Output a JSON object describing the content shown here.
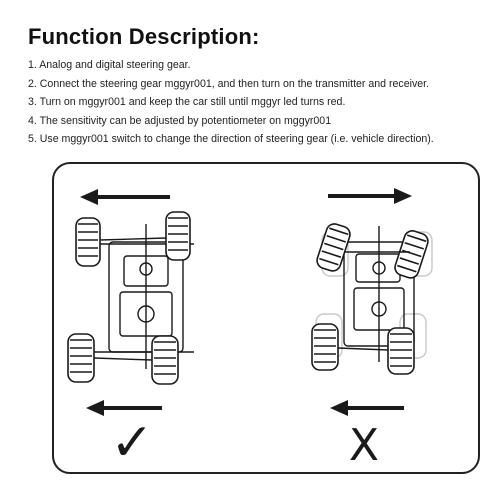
{
  "title": "Function Description:",
  "steps": [
    "1. Analog and digital steering gear.",
    "2. Connect the steering gear mggyr001, and then turn on the transmitter and receiver.",
    "3. Turn on mggyr001 and keep the car still until mggyr led turns red.",
    "4. The sensitivity can be adjusted by potentiometer on mggyr001",
    "5. Use mggyr001 switch to change the direction of steering gear (i.e. vehicle direction)."
  ],
  "diagram": {
    "correct_mark": "✓",
    "wrong_mark": "X",
    "colors": {
      "line": "#1a1a1a",
      "ghost": "#c9c9c9"
    }
  }
}
